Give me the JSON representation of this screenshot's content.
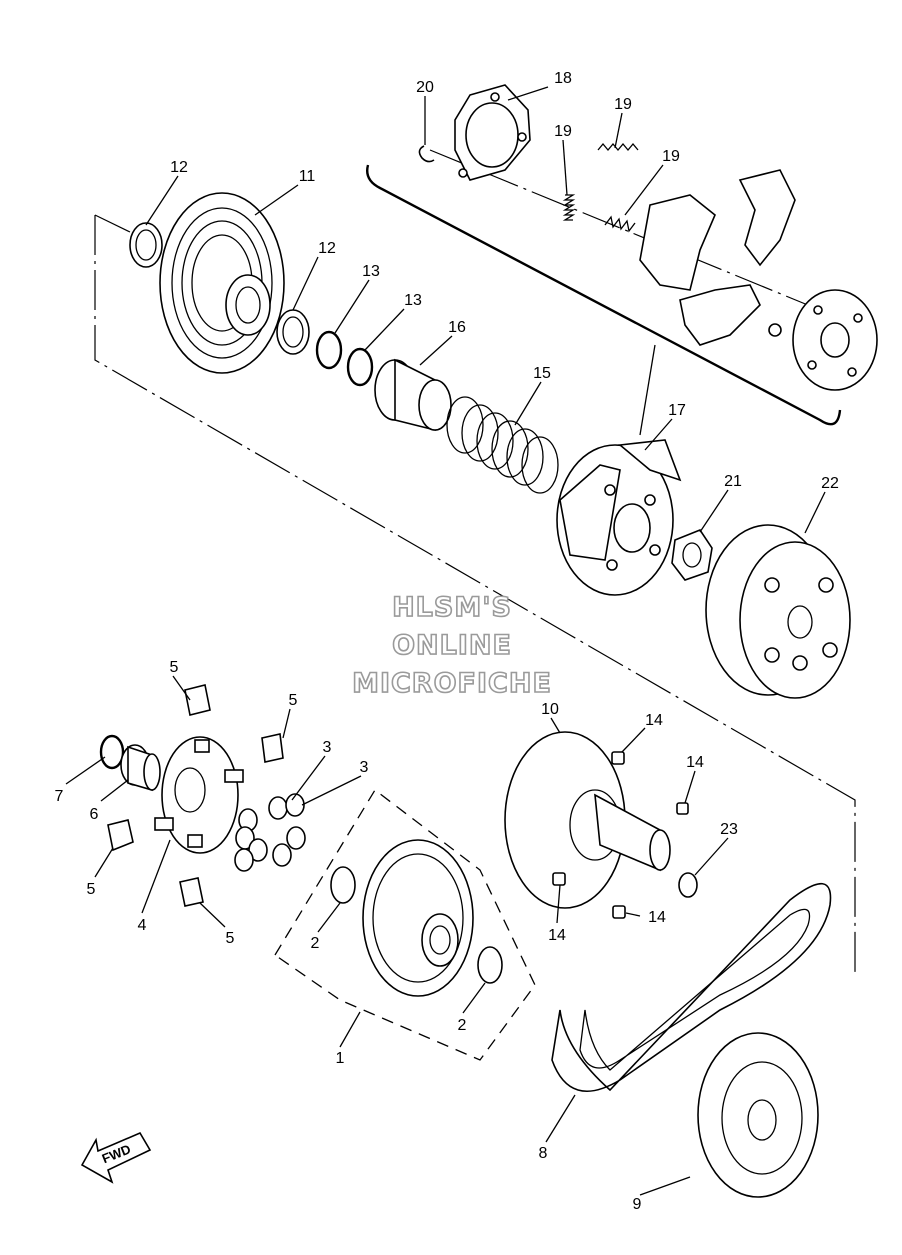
{
  "watermark": {
    "line1": "HLSM'S",
    "line2": "ONLINE",
    "line3": "MICROFICHE"
  },
  "fwd_label": "FWD",
  "callouts": [
    {
      "id": "c20",
      "text": "20"
    },
    {
      "id": "c18",
      "text": "18"
    },
    {
      "id": "c19a",
      "text": "19"
    },
    {
      "id": "c19b",
      "text": "19"
    },
    {
      "id": "c19c",
      "text": "19"
    },
    {
      "id": "c12a",
      "text": "12"
    },
    {
      "id": "c11",
      "text": "11"
    },
    {
      "id": "c12b",
      "text": "12"
    },
    {
      "id": "c13a",
      "text": "13"
    },
    {
      "id": "c13b",
      "text": "13"
    },
    {
      "id": "c16",
      "text": "16"
    },
    {
      "id": "c15",
      "text": "15"
    },
    {
      "id": "c17",
      "text": "17"
    },
    {
      "id": "c21",
      "text": "21"
    },
    {
      "id": "c22",
      "text": "22"
    },
    {
      "id": "c5a",
      "text": "5"
    },
    {
      "id": "c5b",
      "text": "5"
    },
    {
      "id": "c3a",
      "text": "3"
    },
    {
      "id": "c3b",
      "text": "3"
    },
    {
      "id": "c7",
      "text": "7"
    },
    {
      "id": "c6",
      "text": "6"
    },
    {
      "id": "c5c",
      "text": "5"
    },
    {
      "id": "c4",
      "text": "4"
    },
    {
      "id": "c5d",
      "text": "5"
    },
    {
      "id": "c10",
      "text": "10"
    },
    {
      "id": "c14a",
      "text": "14"
    },
    {
      "id": "c14b",
      "text": "14"
    },
    {
      "id": "c23",
      "text": "23"
    },
    {
      "id": "c14c",
      "text": "14"
    },
    {
      "id": "c14d",
      "text": "14"
    },
    {
      "id": "c2a",
      "text": "2"
    },
    {
      "id": "c2b",
      "text": "2"
    },
    {
      "id": "c1",
      "text": "1"
    },
    {
      "id": "c8",
      "text": "8"
    },
    {
      "id": "c9",
      "text": "9"
    }
  ]
}
